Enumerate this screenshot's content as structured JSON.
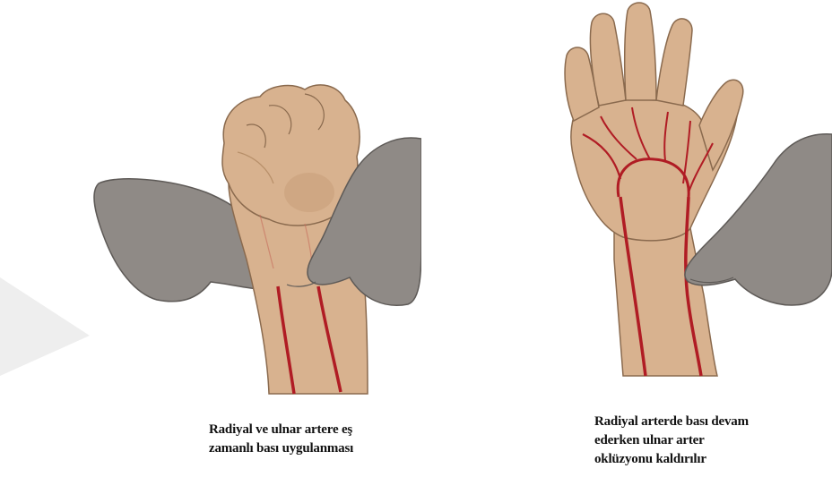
{
  "figures": [
    {
      "id": "left",
      "caption_lines": [
        "Radiyal ve ulnar artere eş",
        "zamanlı bası uygulanması"
      ]
    },
    {
      "id": "right",
      "caption_lines": [
        "Radiyal arterde bası devam",
        "ederken ulnar arter",
        "oklüzyonu kaldırılır"
      ]
    }
  ],
  "colors": {
    "skin": "#d8b28f",
    "skin_dark": "#b8906a",
    "skin_outline": "#8a6a4e",
    "examiner_hand": "#8f8a86",
    "examiner_outline": "#5e5a57",
    "artery": "#b01c24",
    "watermark": "#e6e6e6"
  }
}
